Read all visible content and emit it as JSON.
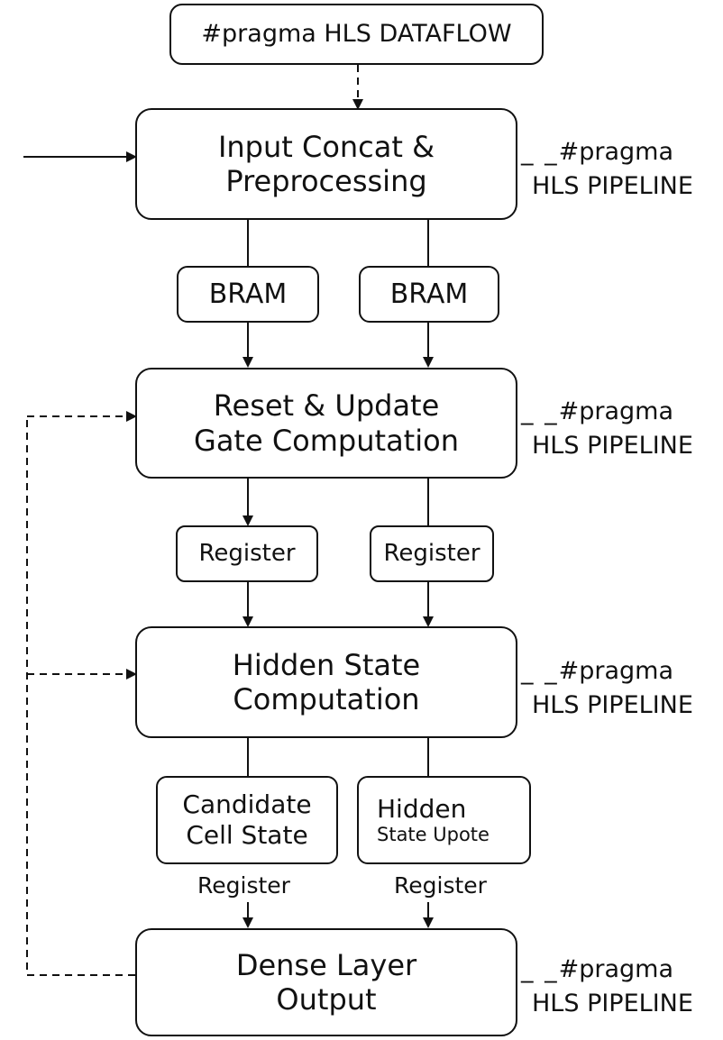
{
  "dataflow_pragma": "#pragma HLS DATAFLOW",
  "blocks": {
    "input": [
      "Input Concat &",
      "Preprocessing"
    ],
    "gates": [
      "Reset & Update",
      "Gate Computation"
    ],
    "hidden": [
      "Hidden State",
      "Computation"
    ],
    "dense": [
      "Dense Layer",
      "Output"
    ]
  },
  "buffers": {
    "bram_left": "BRAM",
    "bram_right": "BRAM",
    "register_left": "Register",
    "register_right": "Register",
    "candidate": [
      "Candidate",
      "Cell State"
    ],
    "hidden_update": [
      "Hidden",
      "State Upote"
    ]
  },
  "edge_labels": {
    "register_left": "Register",
    "register_right": "Register"
  },
  "pipeline_pragma": {
    "line1": "#pragma",
    "line2": "HLS PIPELINE"
  }
}
